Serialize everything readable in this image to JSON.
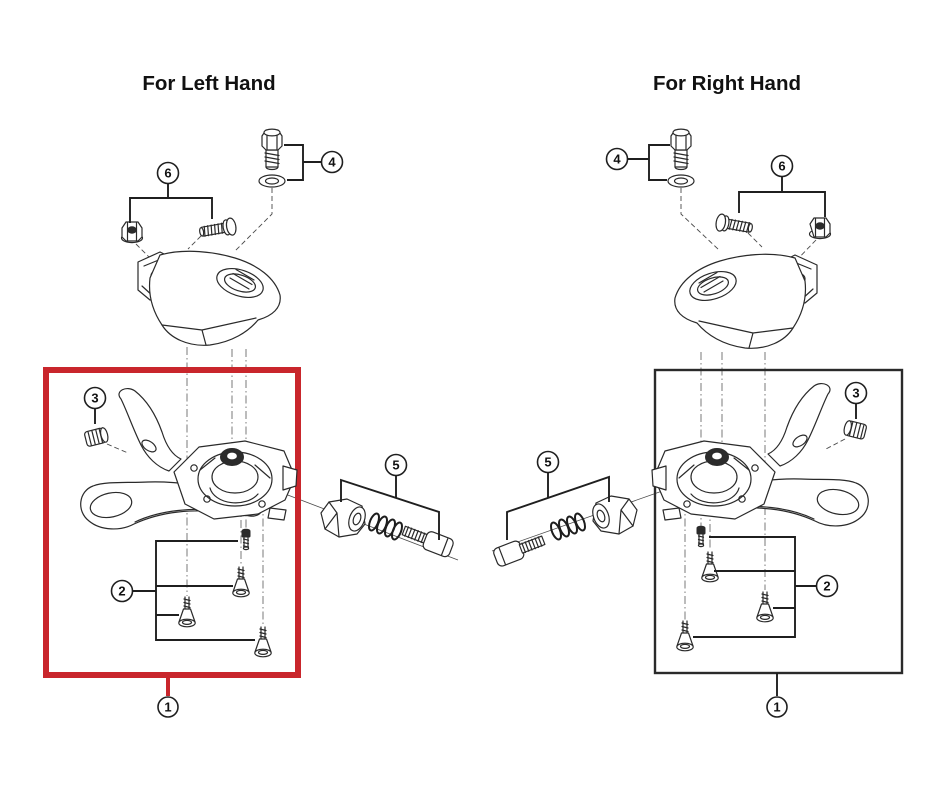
{
  "page": {
    "background": "#ffffff"
  },
  "titles": {
    "left": "For Left Hand",
    "right": "For Right Hand"
  },
  "callouts": {
    "n1": "1",
    "n2": "2",
    "n3": "3",
    "n4": "4",
    "n5": "5",
    "n6": "6"
  },
  "colors": {
    "line": "#2a2a2a",
    "highlight_red": "#c9262c"
  }
}
